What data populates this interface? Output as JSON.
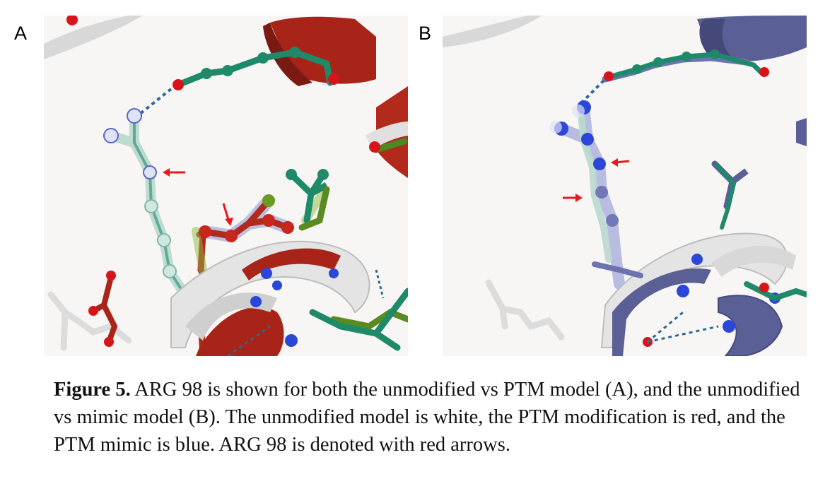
{
  "figure": {
    "panel_a_label": "A",
    "panel_b_label": "B",
    "caption_bold": "Figure 5.",
    "caption_text": " ARG 98 is shown for both the unmodified vs PTM model (A), and the unmodified vs mimic model (B). The unmodified model is white, the PTM modification is red, and the PTM mimic is blue. ARG 98 is denoted with red arrows."
  },
  "colors": {
    "unmodified": "#e6e6e6",
    "ptm": "#a82418",
    "mimic": "#5a5f96",
    "teal": "#1f8a6a",
    "green": "#6a9a22",
    "nitrogen": "#2a47d8",
    "oxygen": "#d8141a",
    "arrow": "#e8191e",
    "background": "#f8f6f4"
  }
}
